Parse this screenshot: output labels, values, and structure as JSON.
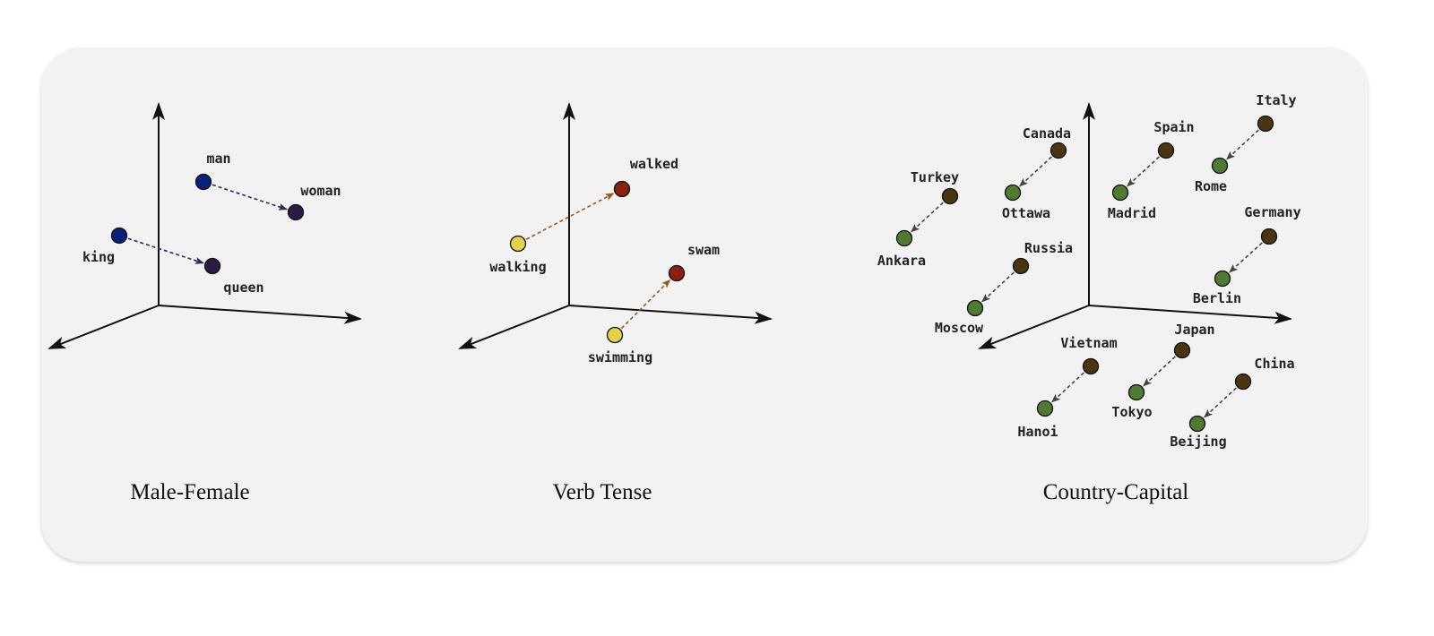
{
  "panels": [
    {
      "caption": "Male-Female",
      "pairs": [
        {
          "from": "man",
          "to": "woman"
        },
        {
          "from": "king",
          "to": "queen"
        }
      ],
      "colors": {
        "from": "#0a1f7a",
        "to": "#2c1c44",
        "arrow": "#2c2c55"
      }
    },
    {
      "caption": "Verb Tense",
      "pairs": [
        {
          "from": "walking",
          "to": "walked"
        },
        {
          "from": "swimming",
          "to": "swam"
        }
      ],
      "colors": {
        "from": "#e6d24a",
        "to": "#8b1f12",
        "arrow": "#9a5a1c"
      }
    },
    {
      "caption": "Country-Capital",
      "pairs": [
        {
          "from": "Turkey",
          "to": "Ankara"
        },
        {
          "from": "Canada",
          "to": "Ottawa"
        },
        {
          "from": "Spain",
          "to": "Madrid"
        },
        {
          "from": "Italy",
          "to": "Rome"
        },
        {
          "from": "Russia",
          "to": "Moscow"
        },
        {
          "from": "Germany",
          "to": "Berlin"
        },
        {
          "from": "Vietnam",
          "to": "Hanoi"
        },
        {
          "from": "Japan",
          "to": "Tokyo"
        },
        {
          "from": "China",
          "to": "Beijing"
        }
      ],
      "colors": {
        "from": "#4a3510",
        "to": "#4f7a30",
        "arrow": "#444444"
      }
    }
  ]
}
